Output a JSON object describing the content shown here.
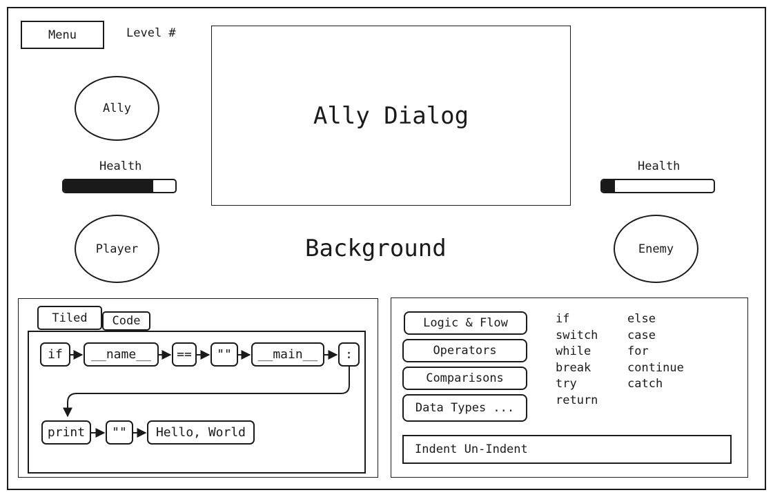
{
  "header": {
    "menu_label": "Menu",
    "level_label": "Level #"
  },
  "ally": {
    "name": "Ally",
    "health_label": "Health",
    "health_fraction": 0.8
  },
  "dialog": {
    "text": "Ally Dialog"
  },
  "player": {
    "name": "Player"
  },
  "background_label": "Background",
  "enemy": {
    "name": "Enemy",
    "health_label": "Health",
    "health_fraction": 0.12
  },
  "editor": {
    "tabs": [
      {
        "label": "Tiled"
      },
      {
        "label": "Code"
      }
    ],
    "line1": [
      "if",
      "__name__",
      "==",
      "\"\"",
      "__main__",
      ":"
    ],
    "line2": [
      "print",
      "\"\"",
      "Hello, World"
    ]
  },
  "palette": {
    "categories": [
      {
        "label": "Logic & Flow"
      },
      {
        "label": "Operators"
      },
      {
        "label": "Comparisons"
      },
      {
        "label": "Data Types ..."
      }
    ],
    "keywords_col1": [
      "if",
      "switch",
      "while",
      "break",
      "try",
      "return"
    ],
    "keywords_col2": [
      "else",
      "case",
      "for",
      "continue",
      "catch"
    ],
    "indent_label": "Indent Un-Indent"
  },
  "colors": {
    "ink": "#1a1a1a",
    "paper": "#ffffff"
  }
}
